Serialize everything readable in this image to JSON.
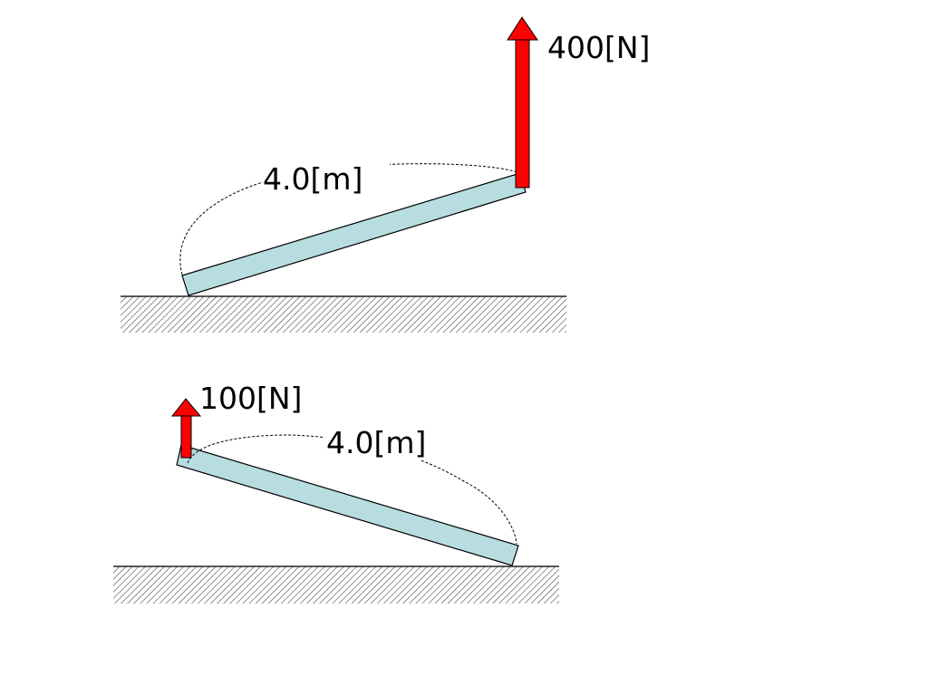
{
  "colors": {
    "force_arrow": "#ff0000",
    "beam_fill": "#b8dde0",
    "ground_hatch": "#555555"
  },
  "icons": [
    "up-arrow-icon"
  ],
  "upper": {
    "force_label": "400[N]",
    "length_label": "4.0[m]"
  },
  "lower": {
    "force_label": "100[N]",
    "length_label": "4.0[m]"
  }
}
